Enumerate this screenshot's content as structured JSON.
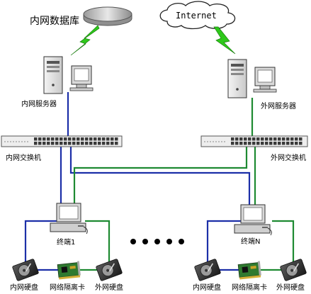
{
  "labels": {
    "intranet_db": "内网数据库",
    "internet": "Internet",
    "intranet_server": "内网服务器",
    "extranet_server": "外网服务器",
    "intranet_switch": "内网交换机",
    "extranet_switch": "外网交换机",
    "terminal_1": "终端1",
    "terminal_n": "终端N",
    "left_internal_disk": "内网硬盘",
    "left_isolation_card": "网络隔离卡",
    "left_external_disk": "外网硬盘",
    "right_internal_disk": "内网硬盘",
    "right_isolation_card": "网络隔离卡",
    "right_external_disk": "外网硬盘"
  },
  "colors": {
    "intranet_link": "#1c2fa8",
    "extranet_link": "#1e8a32",
    "lightning": "#2ec81a"
  }
}
